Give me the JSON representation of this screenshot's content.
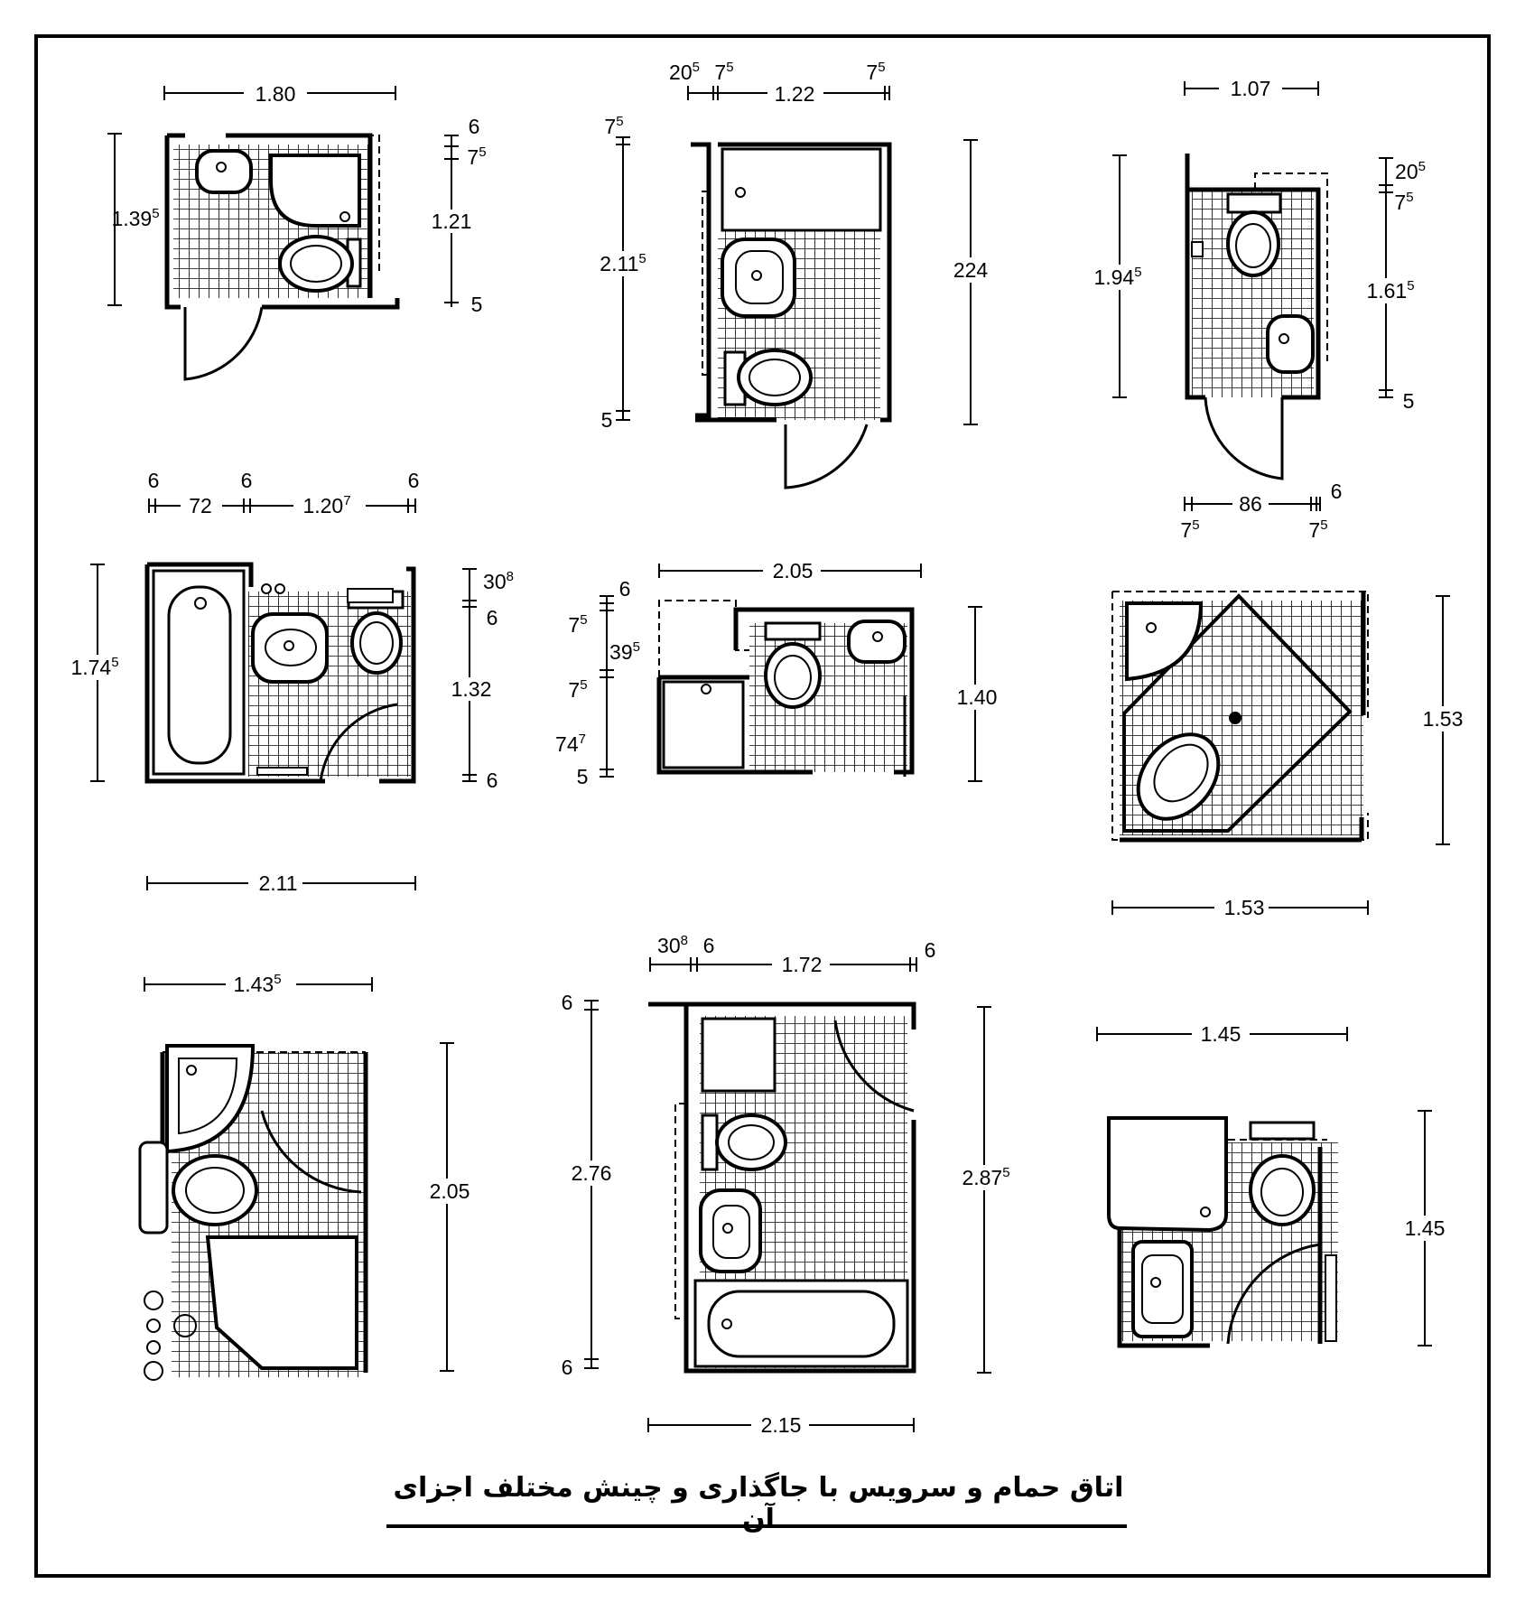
{
  "caption": "اتاق حمام و سرویس با جاگذاری و چینش مختلف اجزای آن",
  "plans": {
    "p1": {
      "w": "1.80",
      "h": "1.39",
      "h_sup": "5",
      "r1": "6",
      "r2": "7",
      "r2_sup": "5",
      "r3": "1.21",
      "r4": "5"
    },
    "p2": {
      "t1": "20",
      "t1_sup": "5",
      "t2": "7",
      "t2_sup": "5",
      "t3": "1.22",
      "t4": "7",
      "t4_sup": "5",
      "l1": "7",
      "l1_sup": "5",
      "l2": "2.11",
      "l2_sup": "5",
      "l3": "5",
      "r": "224"
    },
    "p3": {
      "w": "1.07",
      "h": "1.94",
      "h_sup": "5",
      "r1": "20",
      "r1_sup": "5",
      "r2": "7",
      "r2_sup": "5",
      "r3": "1.61",
      "r3_sup": "5",
      "r4": "5",
      "b1": "7",
      "b1_sup": "5",
      "b2": "86",
      "b3": "6",
      "b4": "7",
      "b4_sup": "5"
    },
    "p4": {
      "t1": "6",
      "t2": "72",
      "t3": "6",
      "t4": "1.20",
      "t4_sup": "7",
      "t5": "6",
      "h": "1.74",
      "h_sup": "5",
      "r1": "30",
      "r1_sup": "8",
      "r2": "6",
      "r3": "1.32",
      "r4": "6",
      "b": "2.11"
    },
    "p5": {
      "w": "2.05",
      "l1": "6",
      "l2": "7",
      "l2_sup": "5",
      "l3": "39",
      "l3_sup": "5",
      "l4": "7",
      "l4_sup": "5",
      "l5": "74",
      "l5_sup": "7",
      "l6": "5",
      "r": "1.40"
    },
    "p6": {
      "h": "1.53",
      "w": "1.53"
    },
    "p7": {
      "w": "1.43",
      "w_sup": "5",
      "h": "2.05"
    },
    "p8": {
      "t1": "30",
      "t1_sup": "8",
      "t2": "6",
      "t3": "1.72",
      "t4": "6",
      "l1": "6",
      "l2": "2.76",
      "l3": "6",
      "r": "2.87",
      "r_sup": "5",
      "b": "2.15"
    },
    "p9": {
      "w": "1.45",
      "h": "1.45"
    }
  }
}
